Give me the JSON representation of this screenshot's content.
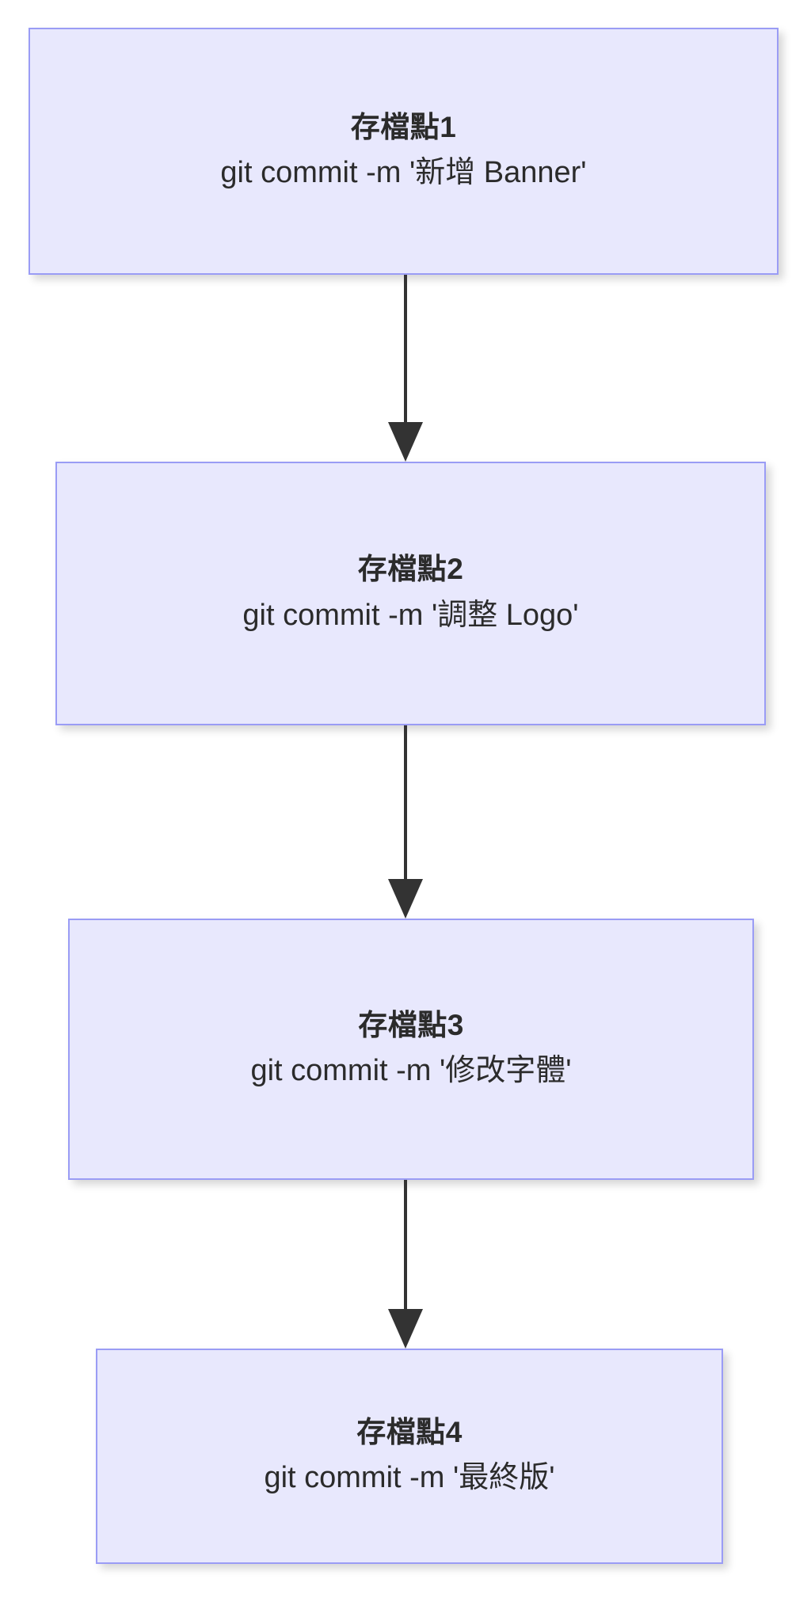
{
  "diagram": {
    "type": "flowchart",
    "direction": "top-to-bottom",
    "background_color": "#ffffff",
    "node_fill_color": "#e8e8fd",
    "node_border_color": "#9a9cf5",
    "text_color": "#2b2b2b",
    "connector_color": "#333333",
    "nodes": [
      {
        "id": "node-1",
        "title": "存檔點1",
        "command": "git commit -m '新增 Banner'"
      },
      {
        "id": "node-2",
        "title": "存檔點2",
        "command": "git commit -m '調整 Logo'"
      },
      {
        "id": "node-3",
        "title": "存檔點3",
        "command": "git commit -m '修改字體'"
      },
      {
        "id": "node-4",
        "title": "存檔點4",
        "command": "git commit -m '最終版'"
      }
    ],
    "edges": [
      {
        "id": "connector-1",
        "from": "node-1",
        "to": "node-2",
        "arrow": "down"
      },
      {
        "id": "connector-2",
        "from": "node-2",
        "to": "node-3",
        "arrow": "down"
      },
      {
        "id": "connector-3",
        "from": "node-3",
        "to": "node-4",
        "arrow": "down"
      }
    ]
  }
}
